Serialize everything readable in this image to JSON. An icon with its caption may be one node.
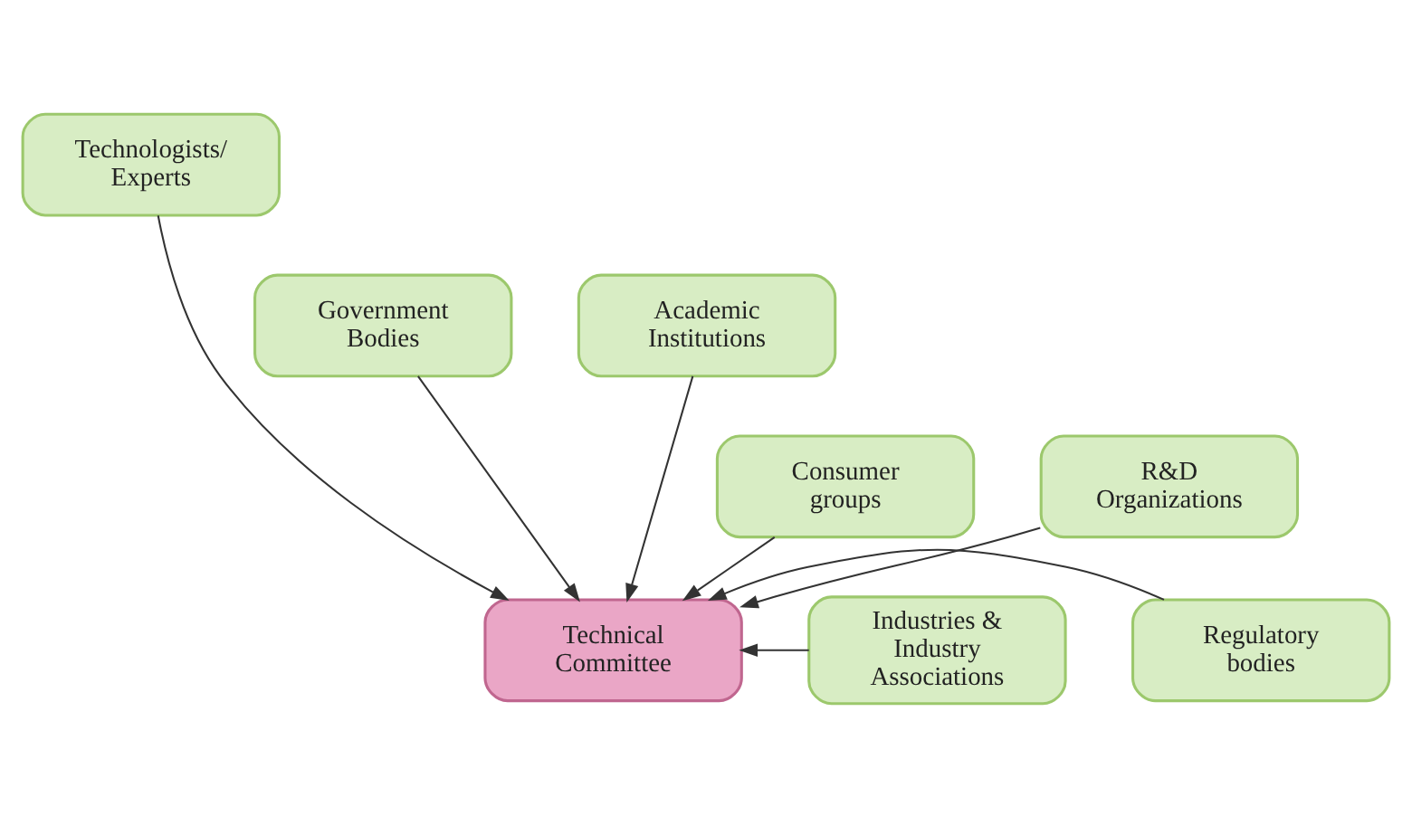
{
  "diagram": {
    "nodes": [
      {
        "text": [
          "Technologists/ Experts"
        ]
      },
      {
        "text": [
          "Government Bodies"
        ]
      },
      {
        "text": [
          "Academic Institutions"
        ]
      },
      {
        "text": [
          "Consumer groups"
        ]
      },
      {
        "text": [
          "R&D Organizations"
        ]
      },
      {
        "text": [
          "Industries & Industry Associations"
        ]
      },
      {
        "text": [
          "Technical Committee"
        ]
      },
      {
        "text": [
          "Regulatory bodies"
        ]
      }
    ],
    "edges": [
      {
        "from": 0,
        "to": 6,
        "arrow": "to"
      },
      {
        "from": 1,
        "to": 6,
        "arrow": "to"
      },
      {
        "from": 2,
        "to": 6,
        "arrow": "to"
      },
      {
        "from": 3,
        "to": 6,
        "arrow": "to"
      },
      {
        "from": 4,
        "to": 6,
        "arrow": "to"
      },
      {
        "from": 5,
        "to": 6,
        "arrow": "to"
      },
      {
        "from": 7,
        "to": 6,
        "arrow": "to"
      }
    ]
  }
}
